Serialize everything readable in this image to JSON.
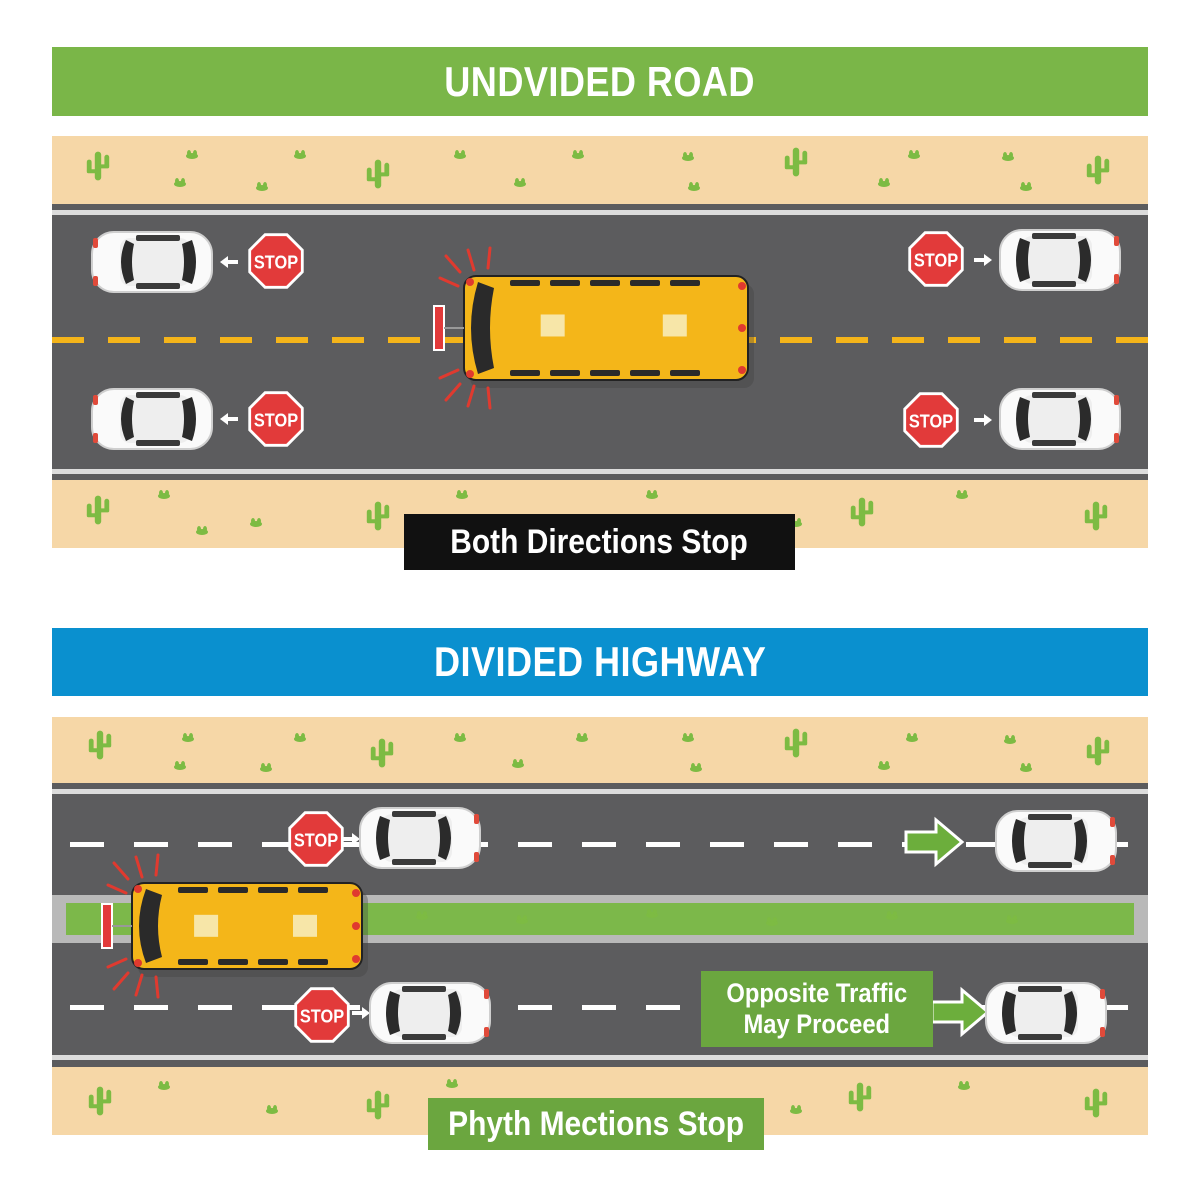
{
  "colors": {
    "undivided_banner": "#7ab648",
    "divided_banner": "#0a90cf",
    "sand": "#f6d7a7",
    "road": "#5c5c5e",
    "lane_edge": "#dcdcdc",
    "center_line": "#f4b41a",
    "lane_dash": "#ffffff",
    "median": "#7cb84a",
    "cactus": "#7dbb43",
    "bus": "#f4b619",
    "stop_sign": "#e23a3a",
    "green_arrow": "#6cae3c",
    "label_dark": "#111111",
    "label_green": "#6ba63f"
  },
  "undivided": {
    "title": "UNDVIDED ROAD",
    "caption": "Both Directions Stop",
    "stop_signs": [
      "STOP",
      "STOP",
      "STOP",
      "STOP"
    ]
  },
  "divided": {
    "title": "DIVIDED HIGHWAY",
    "caption": "Phyth Mections Stop",
    "proceed_label": "Opposite Traffic\nMay Proceed",
    "stop_signs": [
      "STOP",
      "STOP"
    ]
  },
  "icons": [
    "school-bus-icon",
    "car-icon",
    "stop-sign-icon",
    "arrow-icon",
    "cactus-icon"
  ]
}
